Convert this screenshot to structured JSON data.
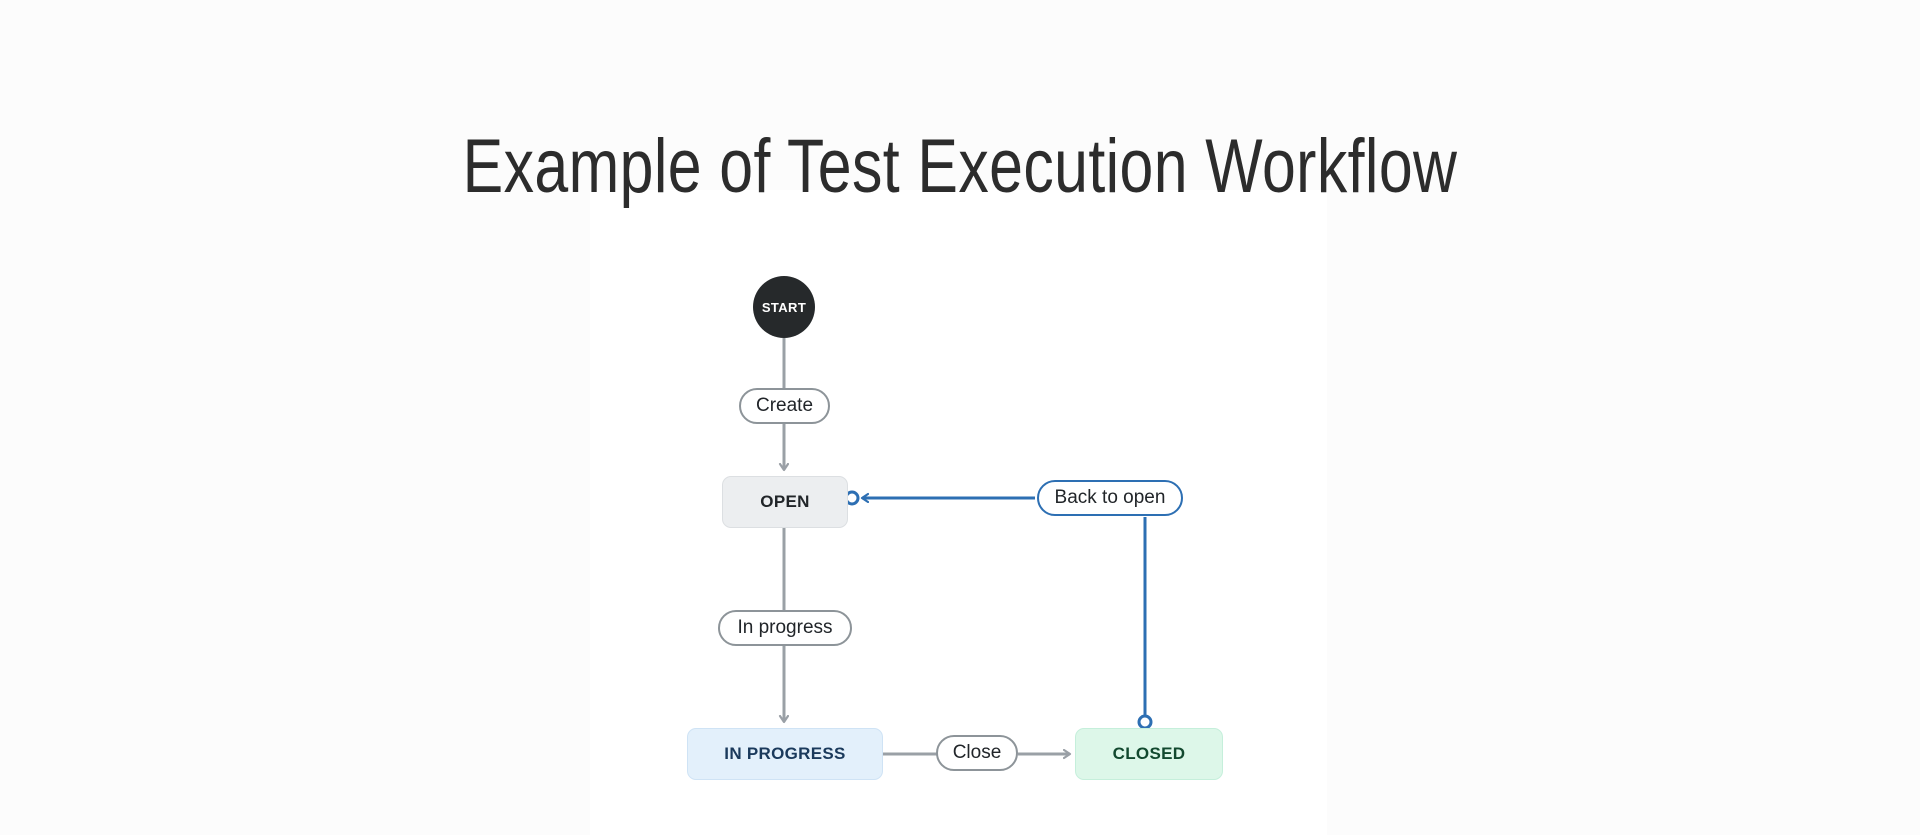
{
  "page": {
    "title": "Example of Test Execution Workflow",
    "background_color": "#fcfcfc",
    "panel_color": "#ffffff"
  },
  "diagram": {
    "type": "workflow-state-diagram",
    "nodes": [
      {
        "id": "start",
        "label": "START",
        "shape": "circle",
        "fill": "#26292b",
        "text_color": "#ffffff"
      },
      {
        "id": "open",
        "label": "OPEN",
        "shape": "rounded-rect",
        "fill": "#eceef0",
        "text_color": "#212529"
      },
      {
        "id": "in-progress",
        "label": "IN PROGRESS",
        "shape": "rounded-rect",
        "fill": "#e3f0fb",
        "text_color": "#1b3a5c"
      },
      {
        "id": "closed",
        "label": "CLOSED",
        "shape": "rounded-rect",
        "fill": "#ddf7e9",
        "text_color": "#12492f"
      }
    ],
    "transitions": [
      {
        "id": "create",
        "label": "Create",
        "from": "start",
        "to": "open",
        "color": "#8d9499"
      },
      {
        "id": "in-progress",
        "label": "In progress",
        "from": "open",
        "to": "in-progress",
        "color": "#8d9499"
      },
      {
        "id": "close",
        "label": "Close",
        "from": "in-progress",
        "to": "closed",
        "color": "#8d9499"
      },
      {
        "id": "back-to-open",
        "label": "Back to open",
        "from": "closed",
        "to": "open",
        "color": "#2d6fb3"
      }
    ],
    "colors": {
      "connector_gray": "#9aa0a6",
      "connector_blue": "#2d6fb3",
      "pill_border_gray": "#8d9499"
    }
  }
}
